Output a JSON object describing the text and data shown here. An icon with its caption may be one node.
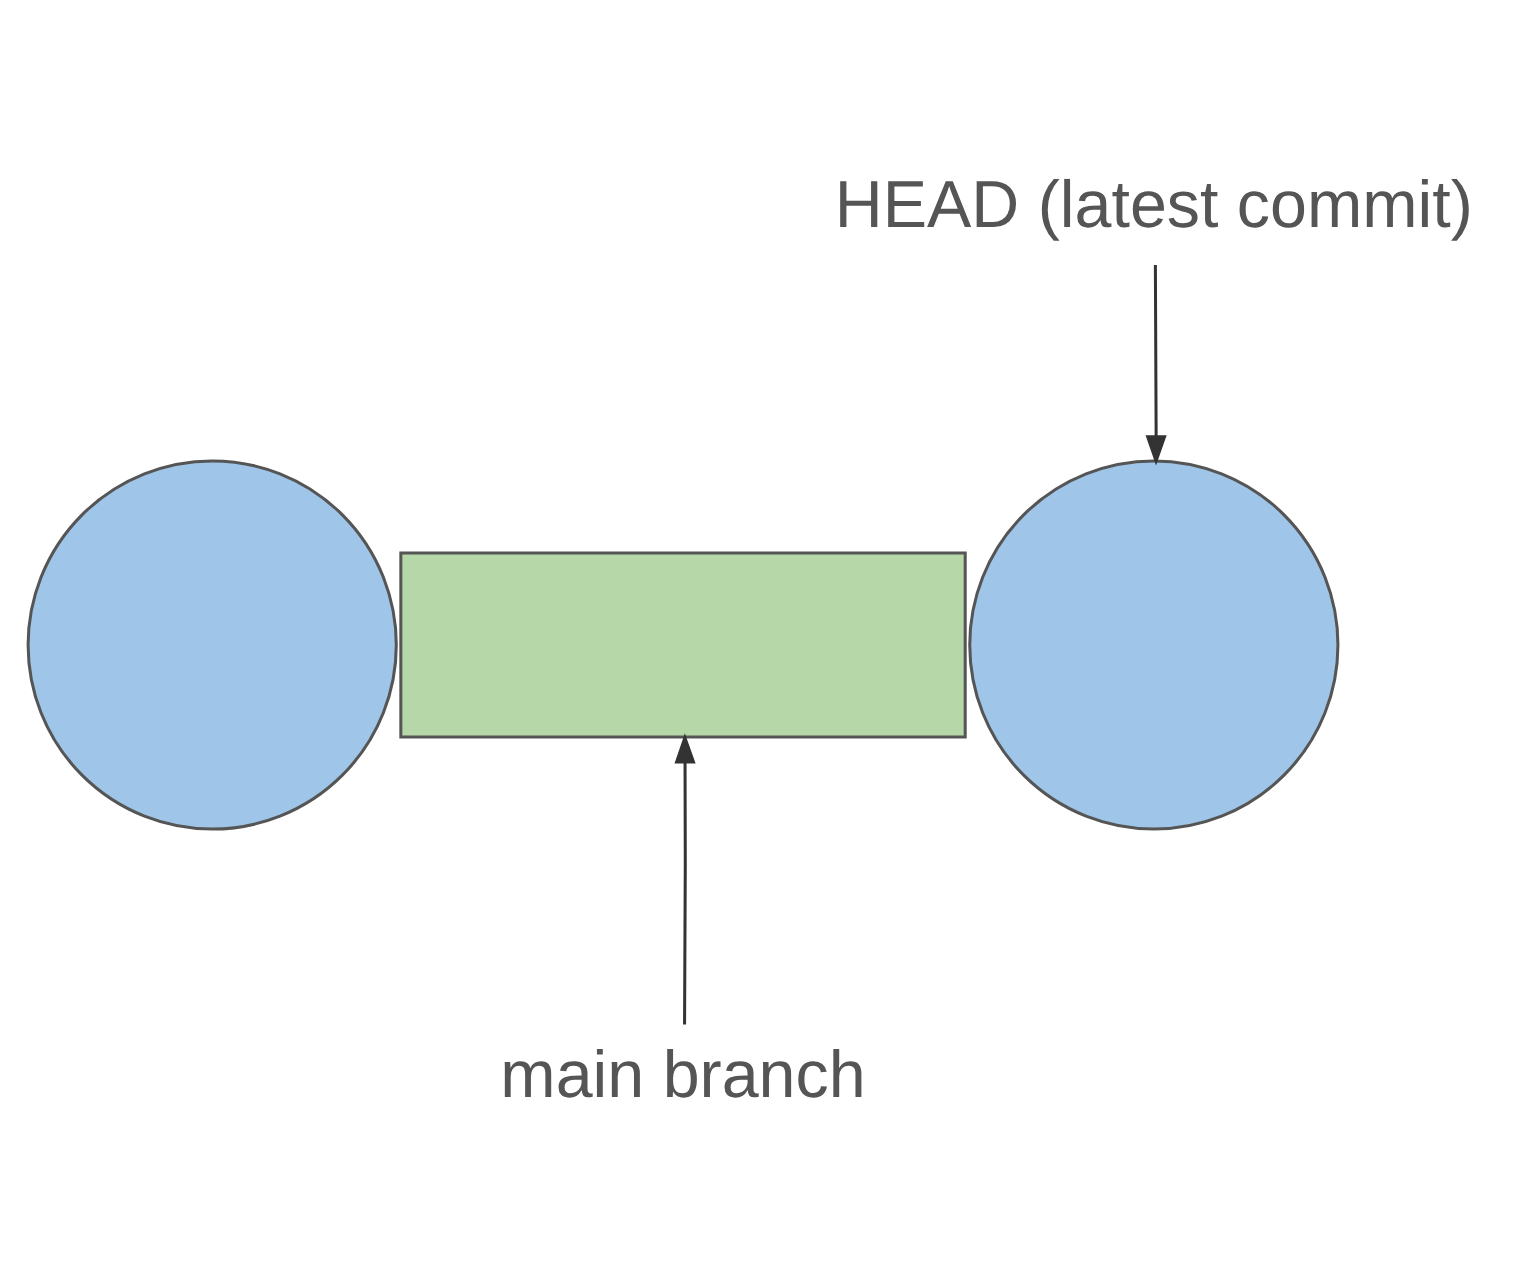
{
  "diagram": {
    "nodes": [
      {
        "text": [
          "HEAD (latest commit)"
        ]
      },
      {
        "text": [],
        "shape": "circle"
      },
      {
        "text": [],
        "shape": "bar"
      },
      {
        "text": [],
        "shape": "circle"
      },
      {
        "text": [
          "main branch"
        ]
      }
    ],
    "edges": [
      {
        "from": 0,
        "to": 3,
        "arrow": "to"
      },
      {
        "from": 4,
        "to": 2,
        "arrow": "to"
      }
    ]
  }
}
